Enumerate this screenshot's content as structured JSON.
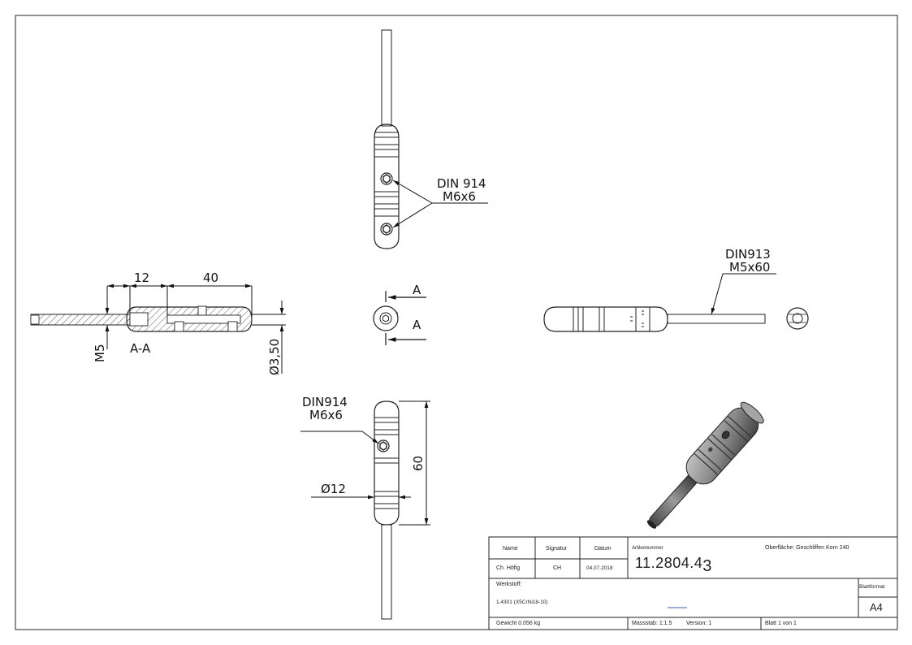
{
  "views": {
    "top": {
      "callout_line1": "DIN 914",
      "callout_line2": "M6x6"
    },
    "section": {
      "dim_left": "12",
      "dim_right": "40",
      "thread_label": "M5",
      "section_label": "A-A",
      "diameter_label": "Ø3,50"
    },
    "end": {
      "arrow_top": "A",
      "arrow_bottom": "A"
    },
    "side": {
      "callout_line1": "DIN913",
      "callout_line2": "M5x60"
    },
    "bottom": {
      "callout_line1": "DIN914",
      "callout_line2": "M6x6",
      "length_label": "60",
      "diameter_label": "Ø12"
    }
  },
  "title_block": {
    "name_header": "Name",
    "signatur_header": "Signatur",
    "datum_header": "Datum",
    "artikelnummer_header": "Artikelnummer",
    "oberflaeche": "Oberfläche:  Geschliffen Korn 240",
    "name_value": "Ch. Höfig",
    "signatur_value": "CH",
    "datum_value": "04.07.2018",
    "artikelnummer_main": "11.2804.4",
    "artikelnummer_suffix": "3",
    "werkstoff_label": "Werkstoff:",
    "werkstoff_value": "1.4301 (X5CrNi18-10)",
    "blattformat_label": "Blattformat",
    "blattformat_value": "A4",
    "gewicht": "Gewicht 0.056 kg",
    "massstab": "Massstab: 1:1.5",
    "version": "Version: 1",
    "blatt": "Blatt 1 von 1"
  }
}
